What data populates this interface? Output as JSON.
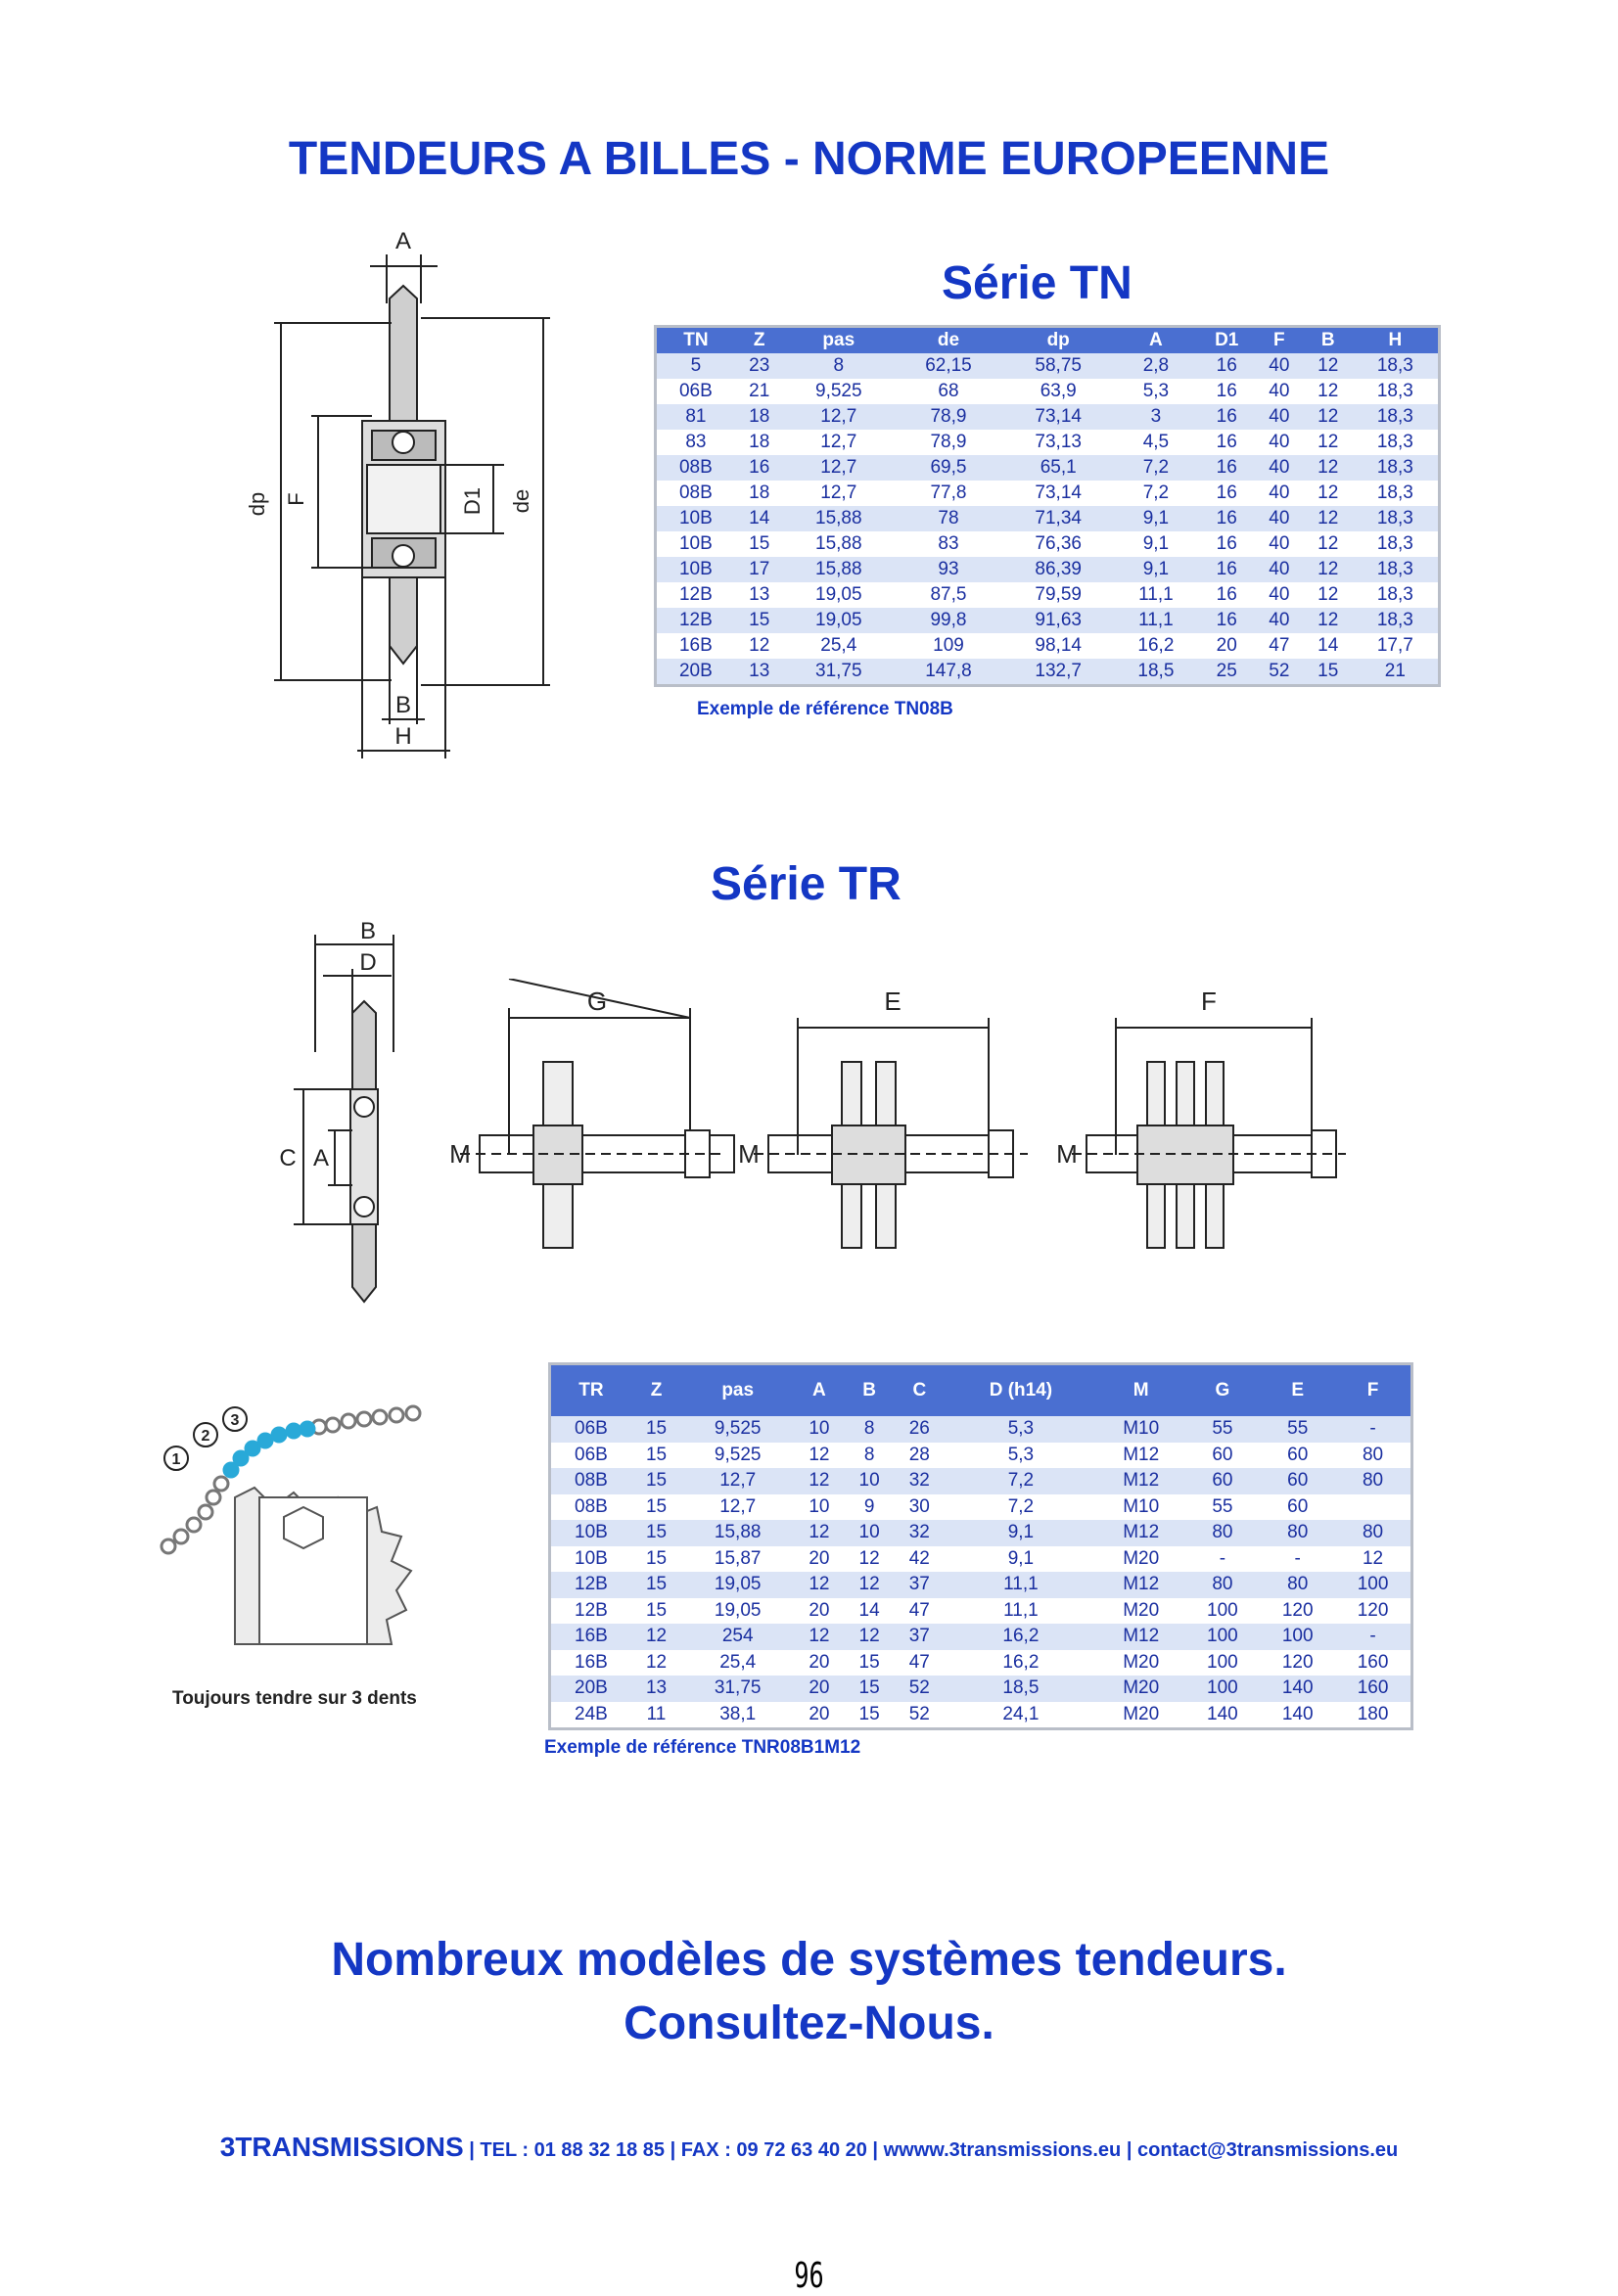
{
  "title": "TENDEURS A BILLES - NORME EUROPEENNE",
  "serie_tn": {
    "heading": "Série TN",
    "headers": [
      "TN",
      "Z",
      "pas",
      "de",
      "dp",
      "A",
      "D1",
      "F",
      "B",
      "H"
    ],
    "rows": [
      [
        "5",
        "23",
        "8",
        "62,15",
        "58,75",
        "2,8",
        "16",
        "40",
        "12",
        "18,3"
      ],
      [
        "06B",
        "21",
        "9,525",
        "68",
        "63,9",
        "5,3",
        "16",
        "40",
        "12",
        "18,3"
      ],
      [
        "81",
        "18",
        "12,7",
        "78,9",
        "73,14",
        "3",
        "16",
        "40",
        "12",
        "18,3"
      ],
      [
        "83",
        "18",
        "12,7",
        "78,9",
        "73,13",
        "4,5",
        "16",
        "40",
        "12",
        "18,3"
      ],
      [
        "08B",
        "16",
        "12,7",
        "69,5",
        "65,1",
        "7,2",
        "16",
        "40",
        "12",
        "18,3"
      ],
      [
        "08B",
        "18",
        "12,7",
        "77,8",
        "73,14",
        "7,2",
        "16",
        "40",
        "12",
        "18,3"
      ],
      [
        "10B",
        "14",
        "15,88",
        "78",
        "71,34",
        "9,1",
        "16",
        "40",
        "12",
        "18,3"
      ],
      [
        "10B",
        "15",
        "15,88",
        "83",
        "76,36",
        "9,1",
        "16",
        "40",
        "12",
        "18,3"
      ],
      [
        "10B",
        "17",
        "15,88",
        "93",
        "86,39",
        "9,1",
        "16",
        "40",
        "12",
        "18,3"
      ],
      [
        "12B",
        "13",
        "19,05",
        "87,5",
        "79,59",
        "11,1",
        "16",
        "40",
        "12",
        "18,3"
      ],
      [
        "12B",
        "15",
        "19,05",
        "99,8",
        "91,63",
        "11,1",
        "16",
        "40",
        "12",
        "18,3"
      ],
      [
        "16B",
        "12",
        "25,4",
        "109",
        "98,14",
        "16,2",
        "20",
        "47",
        "14",
        "17,7"
      ],
      [
        "20B",
        "13",
        "31,75",
        "147,8",
        "132,7",
        "18,5",
        "25",
        "52",
        "15",
        "21"
      ]
    ],
    "example": "Exemple de référence TN08B",
    "diagram_labels": {
      "a": "A",
      "b": "B",
      "h": "H",
      "dp": "dp",
      "f": "F",
      "d1": "D1",
      "de": "de"
    }
  },
  "serie_tr": {
    "heading": "Série TR",
    "headers": [
      "TR",
      "Z",
      "pas",
      "A",
      "B",
      "C",
      "D (h14)",
      "M",
      "G",
      "E",
      "F"
    ],
    "rows": [
      [
        "06B",
        "15",
        "9,525",
        "10",
        "8",
        "26",
        "5,3",
        "M10",
        "55",
        "55",
        "-"
      ],
      [
        "06B",
        "15",
        "9,525",
        "12",
        "8",
        "28",
        "5,3",
        "M12",
        "60",
        "60",
        "80"
      ],
      [
        "08B",
        "15",
        "12,7",
        "12",
        "10",
        "32",
        "7,2",
        "M12",
        "60",
        "60",
        "80"
      ],
      [
        "08B",
        "15",
        "12,7",
        "10",
        "9",
        "30",
        "7,2",
        "M10",
        "55",
        "60",
        ""
      ],
      [
        "10B",
        "15",
        "15,88",
        "12",
        "10",
        "32",
        "9,1",
        "M12",
        "80",
        "80",
        "80"
      ],
      [
        "10B",
        "15",
        "15,87",
        "20",
        "12",
        "42",
        "9,1",
        "M20",
        "-",
        "-",
        "12"
      ],
      [
        "12B",
        "15",
        "19,05",
        "12",
        "12",
        "37",
        "11,1",
        "M12",
        "80",
        "80",
        "100"
      ],
      [
        "12B",
        "15",
        "19,05",
        "20",
        "14",
        "47",
        "11,1",
        "M20",
        "100",
        "120",
        "120"
      ],
      [
        "16B",
        "12",
        "254",
        "12",
        "12",
        "37",
        "16,2",
        "M12",
        "100",
        "100",
        "-"
      ],
      [
        "16B",
        "12",
        "25,4",
        "20",
        "15",
        "47",
        "16,2",
        "M20",
        "100",
        "120",
        "160"
      ],
      [
        "20B",
        "13",
        "31,75",
        "20",
        "15",
        "52",
        "18,5",
        "M20",
        "100",
        "140",
        "160"
      ],
      [
        "24B",
        "11",
        "38,1",
        "20",
        "15",
        "52",
        "24,1",
        "M20",
        "140",
        "140",
        "180"
      ]
    ],
    "example": "Exemple de référence TNR08B1M12",
    "caption": "Toujours tendre sur 3 dents",
    "diagram_labels": {
      "b": "B",
      "d": "D",
      "c": "C",
      "a": "A",
      "g": "G",
      "e": "E",
      "f": "F",
      "m": "M",
      "n1": "1",
      "n2": "2",
      "n3": "3"
    }
  },
  "bottom": {
    "line1": "Nombreux modèles de systèmes tendeurs.",
    "line2": "Consultez-Nous."
  },
  "footer": {
    "brand": "3TRANSMISSIONS",
    "tel": " | TEL : 01 88 32 18 85 | FAX : 09 72 63 40 20 | ",
    "web": "wwww.3transmissions.eu",
    "sep": " | ",
    "email": "contact@3transmissions.eu"
  },
  "page_number": "96"
}
